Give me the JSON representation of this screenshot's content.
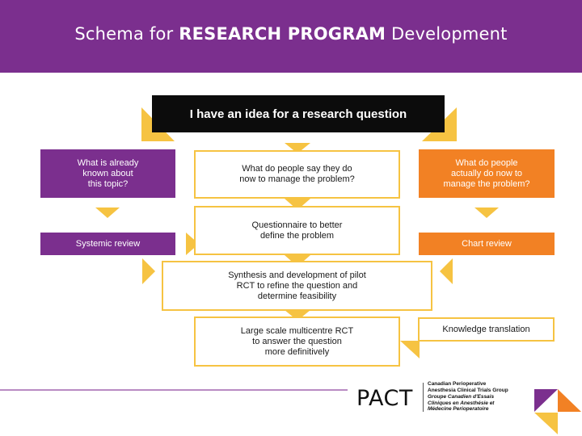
{
  "title": {
    "prefix": "Schema for ",
    "emphasis": "RESEARCH PROGRAM",
    "suffix": " Development"
  },
  "boxes": {
    "idea": "I have an idea for a research question",
    "known": "What is already\nknown about\nthis topic?",
    "say": "What do people say they do\nnow to manage the problem?",
    "actually": "What do people\nactually do now to\nmanage the problem?",
    "systemic": "Systemic review",
    "questionnaire": "Questionnaire to better\ndefine the problem",
    "chart": "Chart review",
    "synthesis": "Synthesis and development of pilot\nRCT to refine the question and\ndetermine feasibility",
    "large": "Large scale multicentre RCT\nto answer the question\nmore definitively",
    "knowledge": "Knowledge translation"
  },
  "logo": {
    "name": "PACT",
    "english_line1": "Canadian Perioperative",
    "english_line2": "Anesthesia Clinical Trials Group",
    "french_line1": "Groupe Canadien d'Essais",
    "french_line2": "Cliniques en Anesthésie et",
    "french_line3": "Médecine Perioperatoire"
  },
  "colors": {
    "purple": "#7b2f8e",
    "orange": "#f28124",
    "yellow": "#f6c342",
    "black": "#0c0c0c"
  }
}
